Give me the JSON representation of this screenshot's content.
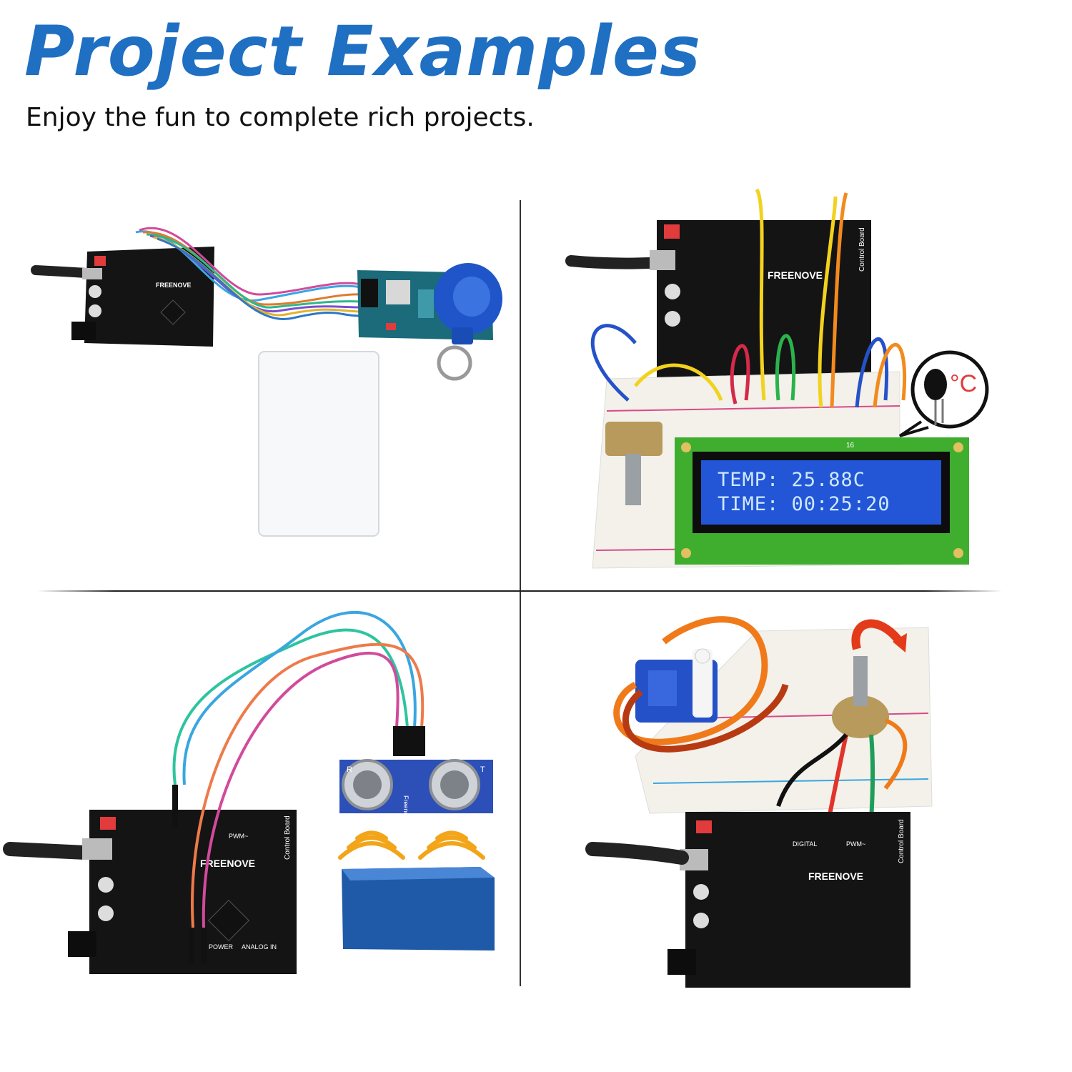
{
  "header": {
    "title": "Project Examples",
    "subtitle": "Enjoy the fun to complete rich projects."
  },
  "projects": [
    {
      "board_logo": "FREENOVE"
    },
    {
      "board_logo": "FREENOVE",
      "board_label": "Control Board",
      "lcd_line1": "TEMP: 25.88C",
      "lcd_line2": "TIME: 00:25:20",
      "sensor_symbol": "°C",
      "lcd_pin_label": "16"
    },
    {
      "board_logo": "FREENOVE",
      "board_label": "Control Board",
      "sensor_brand": "Freenove",
      "sensor_left_letter": "R",
      "sensor_right_letter": "T",
      "power_label": "POWER",
      "analog_label": "ANALOG IN",
      "digital_label": "PWM~"
    },
    {
      "board_logo": "FREENOVE",
      "board_label": "Control Board",
      "digital_label": "DIGITAL",
      "pwm_label": "PWM~"
    }
  ],
  "colors": {
    "title": "#1f6fc2",
    "board": "#141414",
    "lcd_bezel": "#3fae2e",
    "lcd_screen": "#2256d6",
    "breadboard": "#f3f1ea",
    "ultrasonic_pcb": "#2d4fb8",
    "obstacle": "#1e5aa8",
    "sound_waves": "#f2a518",
    "servo": "#2450c8",
    "rfid_pcb": "#1b6b7a",
    "rfid_tag": "#1f55c9"
  }
}
